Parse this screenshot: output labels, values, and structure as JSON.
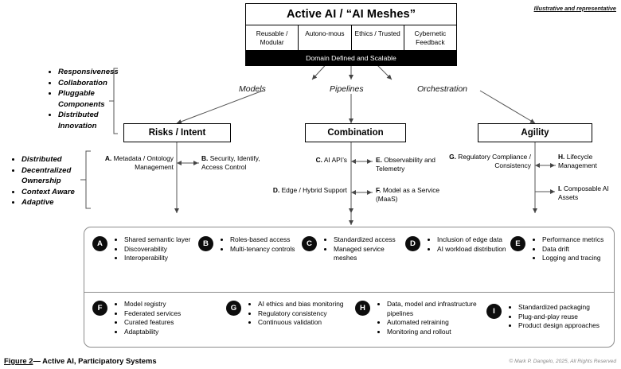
{
  "annotation": {
    "illustrative": "Illustrative and representative"
  },
  "header": {
    "title": "Active AI / “AI Meshes”",
    "columns": [
      "Reusable / Modular",
      "Autono-mous",
      "Ethics / Trusted",
      "Cybernetic Feedback"
    ],
    "band": "Domain Defined and Scalable"
  },
  "branch_labels": [
    "Models",
    "Pipelines",
    "Orchestration"
  ],
  "bullet_groups": [
    {
      "name": "upper-left-attributes",
      "items": [
        "Responsiveness",
        "Collaboration",
        "Pluggable Components",
        "Distributed Innovation"
      ]
    },
    {
      "name": "lower-left-attributes",
      "items": [
        "Distributed",
        "Decentralized Ownership",
        "Context Aware",
        "Adaptive"
      ]
    }
  ],
  "main_boxes": [
    {
      "label": "Risks / Intent"
    },
    {
      "label": "Combination"
    },
    {
      "label": "Agility"
    }
  ],
  "captions": [
    {
      "letter": "A.",
      "text": "Metadata / Ontology Management"
    },
    {
      "letter": "B.",
      "text": "Security, Identify, Access Control"
    },
    {
      "letter": "C.",
      "text": "AI API’s"
    },
    {
      "letter": "D.",
      "text": "Edge / Hybrid Support"
    },
    {
      "letter": "E.",
      "text": "Observability and Telemetry"
    },
    {
      "letter": "F.",
      "text": "Model as a Service (MaaS)"
    },
    {
      "letter": "G.",
      "text": "Regulatory Compliance / Consistency"
    },
    {
      "letter": "H.",
      "text": "Lifecycle Management"
    },
    {
      "letter": "I.",
      "text": "Composable AI Assets"
    }
  ],
  "panel": {
    "row1": [
      {
        "badge": "A",
        "items": [
          "Shared semantic layer",
          "Discoverability",
          "Interoperability"
        ]
      },
      {
        "badge": "B",
        "items": [
          "Roles-based access",
          "Multi-tenancy controls"
        ]
      },
      {
        "badge": "C",
        "items": [
          "Standardized access",
          "Managed service meshes"
        ]
      },
      {
        "badge": "D",
        "items": [
          "Inclusion of edge data",
          "AI workload distribution"
        ]
      },
      {
        "badge": "E",
        "items": [
          "Performance metrics",
          "Data drift",
          "Logging and tracing"
        ]
      }
    ],
    "row2": [
      {
        "badge": "F",
        "items": [
          "Model registry",
          "Federated services",
          "Curated features",
          "Adaptability"
        ]
      },
      {
        "badge": "G",
        "items": [
          "AI ethics and bias monitoring",
          "Regulatory consistency",
          "Continuous validation"
        ]
      },
      {
        "badge": "H",
        "items": [
          "Data, model and infrastructure pipelines",
          "Automated retraining",
          "Monitoring and rollout"
        ]
      },
      {
        "badge": "I",
        "items": [
          "Standardized packaging",
          "Plug-and-play reuse",
          "Product design approaches"
        ]
      }
    ]
  },
  "footer": {
    "figure_label": "Figure 2",
    "figure_title": "— Active AI, Participatory Systems",
    "copyright": "© Mark P. Dangelo, 2025, All Rights Reserved"
  },
  "colors": {
    "line": "#555555",
    "panel_border": "#8c8c8c",
    "badge": "#0d0d0d",
    "copyright": "#8a8a8a"
  }
}
